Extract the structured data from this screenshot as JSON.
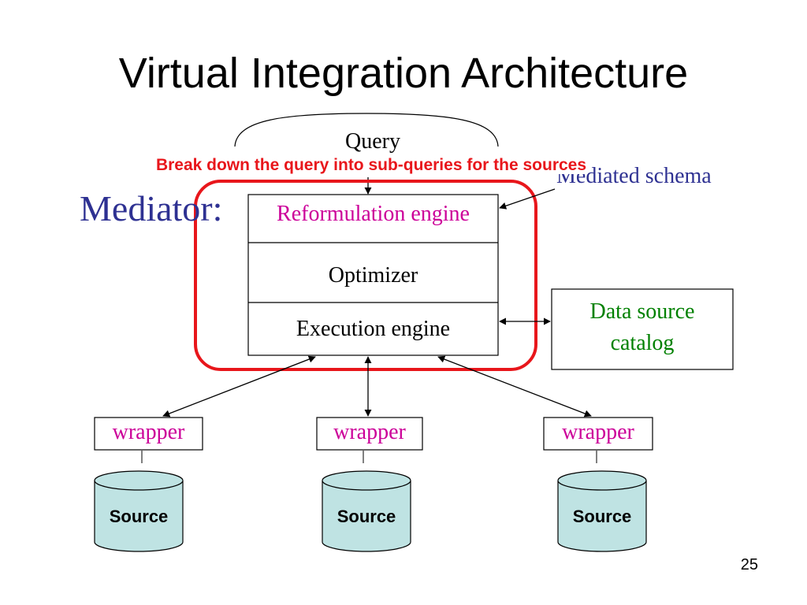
{
  "slide": {
    "title": "Virtual Integration Architecture",
    "page_number": "25"
  },
  "diagram": {
    "query_label": "Query",
    "annotation": "Break down the query into sub-queries for the sources",
    "mediator_label": "Mediator:",
    "mediated_schema_label": "Mediated schema",
    "components": {
      "reformulation": "Reformulation engine",
      "optimizer": "Optimizer",
      "execution": "Execution engine"
    },
    "catalog": {
      "line1": "Data source",
      "line2": "catalog"
    },
    "wrappers": [
      "wrapper",
      "wrapper",
      "wrapper"
    ],
    "sources": [
      "Source",
      "Source",
      "Source"
    ],
    "colors": {
      "magenta": "#cc0099",
      "blue": "#2e3192",
      "green": "#008000",
      "red_highlight": "#e8161b",
      "cylinder_fill": "#bfe3e3"
    }
  }
}
